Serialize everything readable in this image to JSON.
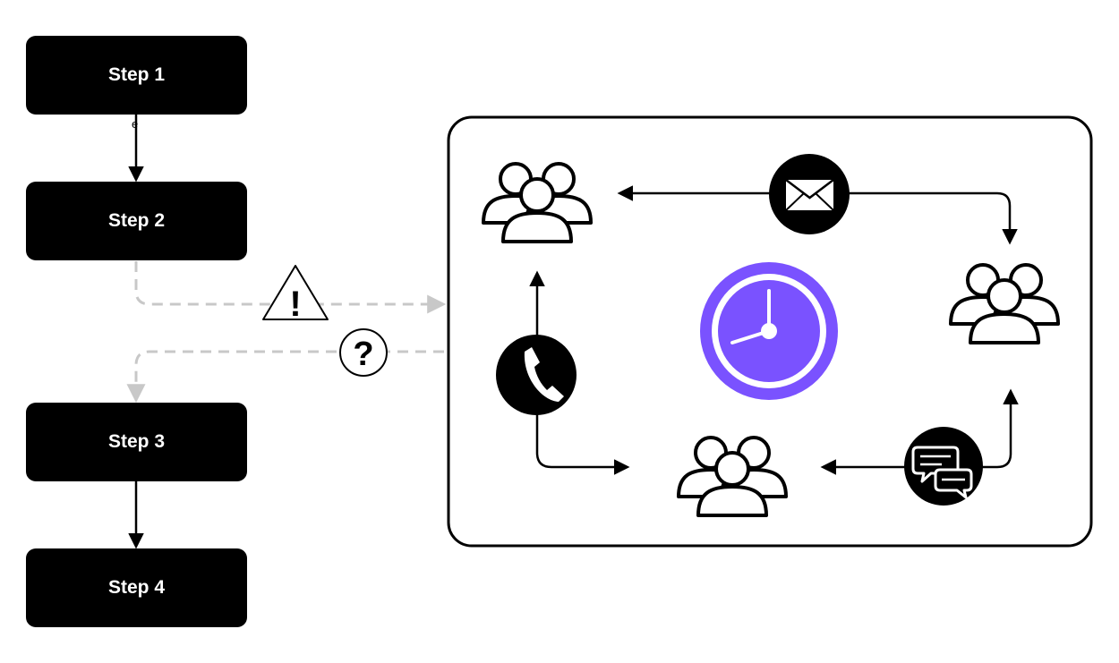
{
  "steps": [
    {
      "label": "Step 1"
    },
    {
      "label": "Step 2"
    },
    {
      "label": "Step 3"
    },
    {
      "label": "Step 4"
    }
  ],
  "connector_note": "e",
  "icons": {
    "warning": "!",
    "question": "?"
  },
  "colors": {
    "step_fill": "#000000",
    "dashed_line": "#c8c8c8",
    "clock_accent": "#7a52ff"
  }
}
